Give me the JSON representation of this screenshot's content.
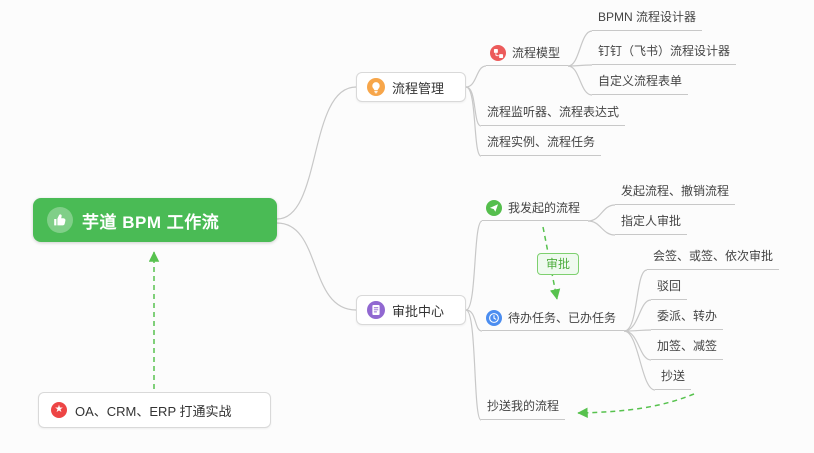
{
  "root": {
    "label": "芋道 BPM 工作流"
  },
  "practice_note": {
    "label": "OA、CRM、ERP 打通实战",
    "icon_glyph": "★"
  },
  "relation": {
    "approve_label": "审批"
  },
  "process_mgmt": {
    "label": "流程管理",
    "process_model": {
      "label": "流程模型",
      "items": [
        "BPMN 流程设计器",
        "钉钉（飞书）流程设计器",
        "自定义流程表单"
      ]
    },
    "listener_expression": "流程监听器、流程表达式",
    "instance_task": "流程实例、流程任务"
  },
  "approval_center": {
    "label": "审批中心",
    "my_initiated": {
      "label": "我发起的流程",
      "items": [
        "发起流程、撤销流程",
        "指定人审批"
      ]
    },
    "todo_done": {
      "label": "待办任务、已办任务",
      "items": [
        "会签、或签、依次审批",
        "驳回",
        "委派、转办",
        "加签、减签",
        "抄送"
      ]
    },
    "cc_my_process": "抄送我的流程"
  },
  "colors": {
    "root_bg": "#4ABB55",
    "relation_green": "#57C24E",
    "connector_gray": "#C8C8C8",
    "icon_orange": "#F7A64A",
    "icon_red": "#ED4545",
    "icon_crimson": "#EC5B5B",
    "icon_green": "#55BE4D",
    "icon_blue": "#4B8DF0",
    "icon_purple": "#9168D1"
  }
}
